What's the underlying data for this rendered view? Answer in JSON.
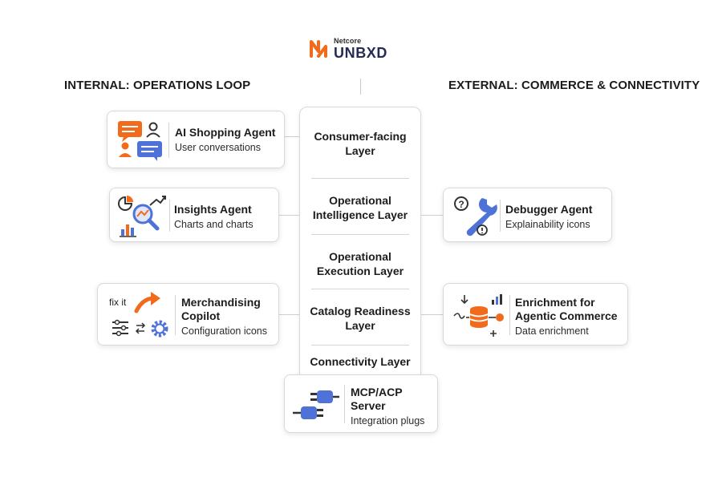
{
  "logo": {
    "brand_small": "Netcore",
    "brand_large": "UNBXD",
    "icon": "unbxd-logo-icon"
  },
  "headings": {
    "internal": "INTERNAL: OPERATIONS LOOP",
    "external": "EXTERNAL: COMMERCE & CONNECTIVITY"
  },
  "layers": [
    {
      "line1": "Consumer-facing",
      "line2": "Layer"
    },
    {
      "line1": "Operational",
      "line2": "Intelligence Layer"
    },
    {
      "line1": "Operational",
      "line2": "Execution Layer"
    },
    {
      "line1": "Catalog Readiness",
      "line2": "Layer"
    },
    {
      "line1": "Connectivity Layer",
      "line2": ""
    }
  ],
  "agents": {
    "shopping": {
      "title": "AI Shopping Agent",
      "subtitle": "User conversations",
      "icon": "chat-bubbles-icon"
    },
    "insights": {
      "title": "Insights Agent",
      "subtitle": "Charts and charts",
      "icon": "analytics-magnifier-icon"
    },
    "merch": {
      "title_line1": "Merchandising",
      "title_line2": "Copilot",
      "subtitle": "Configuration icons",
      "tag": "fix it",
      "icon": "sliders-gear-icon"
    },
    "debugger": {
      "title": "Debugger Agent",
      "subtitle": "Explainability icons",
      "icon": "wrench-icon"
    },
    "enrichment": {
      "title_line1": "Enrichment for",
      "title_line2": "Agentic Commerce",
      "subtitle": "Data enrichment",
      "icon": "database-icon"
    },
    "mcp": {
      "title_line1": "MCP/ACP",
      "title_line2": "Server",
      "subtitle": "Integration plugs",
      "icon": "plug-icon"
    }
  },
  "colors": {
    "orange": "#f26a1b",
    "blue": "#4f72d9",
    "navy": "#252b57"
  }
}
